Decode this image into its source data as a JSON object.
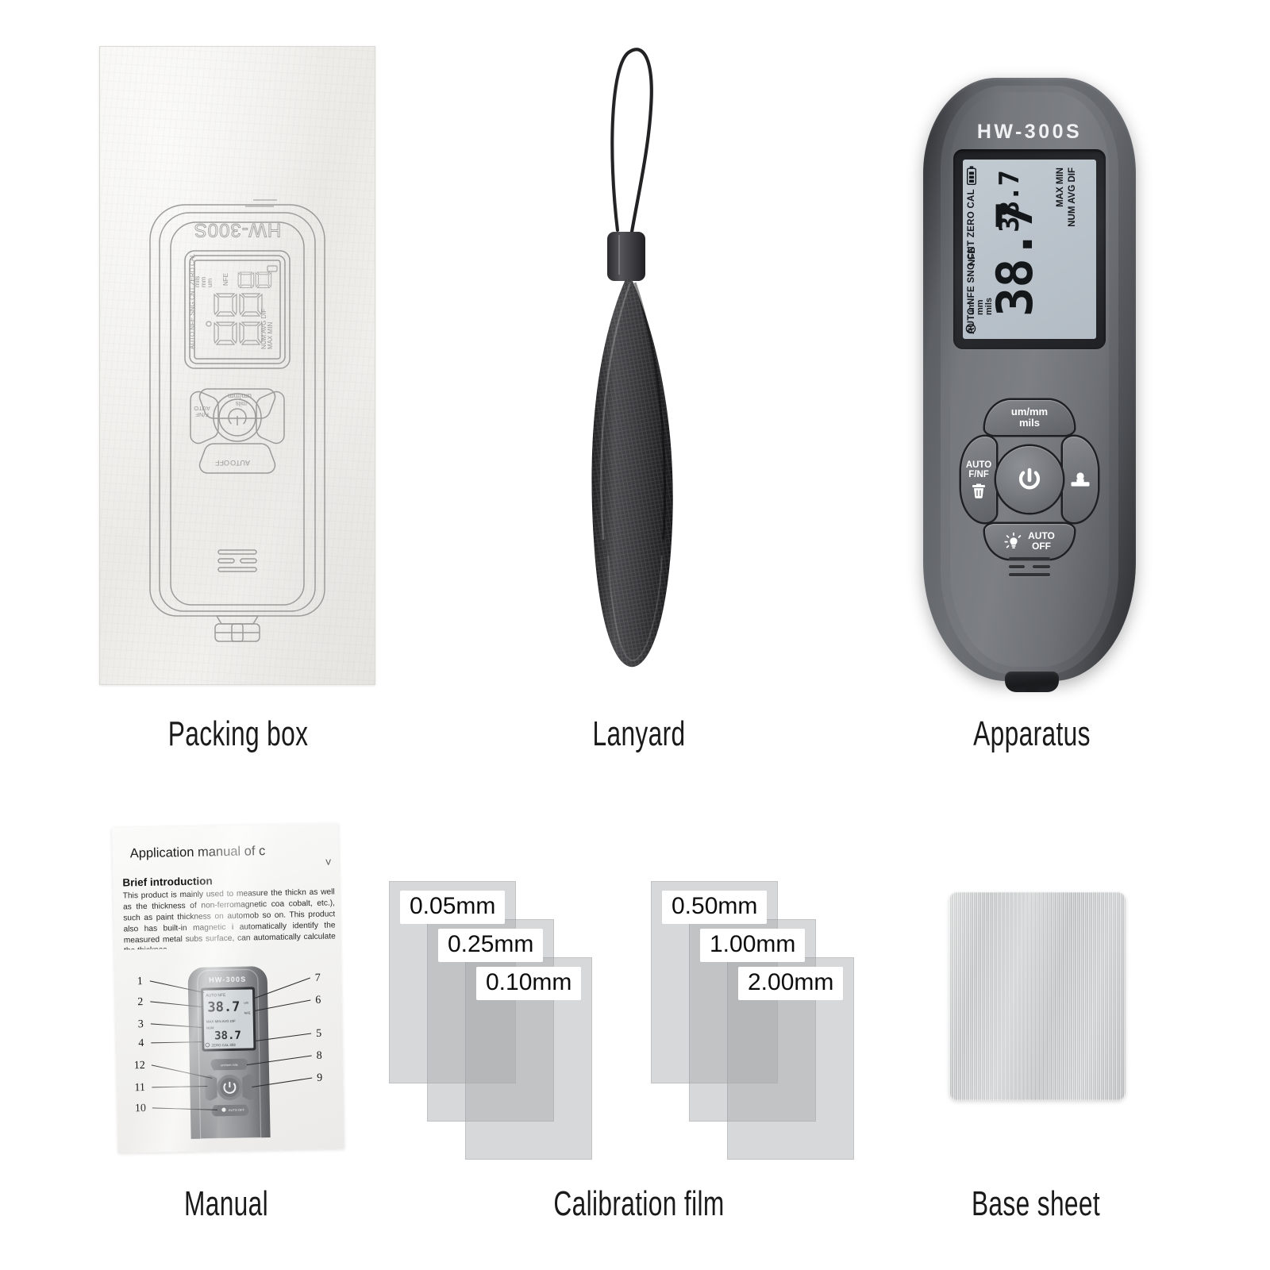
{
  "items": [
    {
      "caption": "Packing box",
      "name": "packing-box"
    },
    {
      "caption": "Lanyard",
      "name": "lanyard"
    },
    {
      "caption": "Apparatus",
      "name": "apparatus"
    },
    {
      "caption": "Manual",
      "name": "manual"
    },
    {
      "caption": "Calibration film",
      "name": "calibration-film"
    },
    {
      "caption": "Base sheet",
      "name": "base-sheet"
    }
  ],
  "device": {
    "model": "HW-300S",
    "lcd": {
      "main_value": "38.7",
      "sub_value": "38.7",
      "top_indicators": "AUTO NFE  SNG CNT ZERO CAL",
      "units": "um\nmm\nmils",
      "nfe_label": "NFE",
      "stat_line_1": "MAX MIN",
      "stat_line_2": "NUM AVG DIF",
      "clock_icon": "clock-icon",
      "battery_icon": "battery-icon"
    },
    "buttons": {
      "top": "um/mm\nmils",
      "top_line1": "um/mm",
      "top_line2": "mils",
      "left_line1": "AUTO",
      "left_line2": "F/NF",
      "left_icon": "trash-icon",
      "right_icon": "memory-stamp-icon",
      "center_icon": "power-icon",
      "bottom_icon": "lightbulb-icon",
      "bottom_line1": "AUTO",
      "bottom_line2": "OFF"
    }
  },
  "packing_box": {
    "printed_model": "HW-300S"
  },
  "manual": {
    "title": "Application manual of c",
    "version": "V",
    "section_heading": "Brief introduction",
    "body": "This product is mainly used to measure the thickn as well as the thickness of non-ferromagnetic coa cobalt, etc.), such as paint thickness on automob so on. This product also has built-in magnetic i automatically identify the measured metal subs surface, can automatically calculate the thicknes",
    "figure_model": "HW-300S",
    "figure_reading_top": "38.7",
    "figure_reading_bottom": "38.7",
    "figure_lcd_top": "AUTO NFE",
    "figure_lcd_mid": "MAX MIN AVG DIF",
    "figure_lcd_num": "NUM",
    "figure_lcd_bottom": "ZERO CAL  303",
    "callouts_left": [
      "1",
      "2",
      "3",
      "4",
      "12",
      "11",
      "10"
    ],
    "callouts_right": [
      "7",
      "6",
      "5",
      "8",
      "9"
    ]
  },
  "calibration_films": {
    "group_a": [
      "0.05mm",
      "0.25mm",
      "0.10mm"
    ],
    "group_b": [
      "0.50mm",
      "1.00mm",
      "2.00mm"
    ]
  }
}
